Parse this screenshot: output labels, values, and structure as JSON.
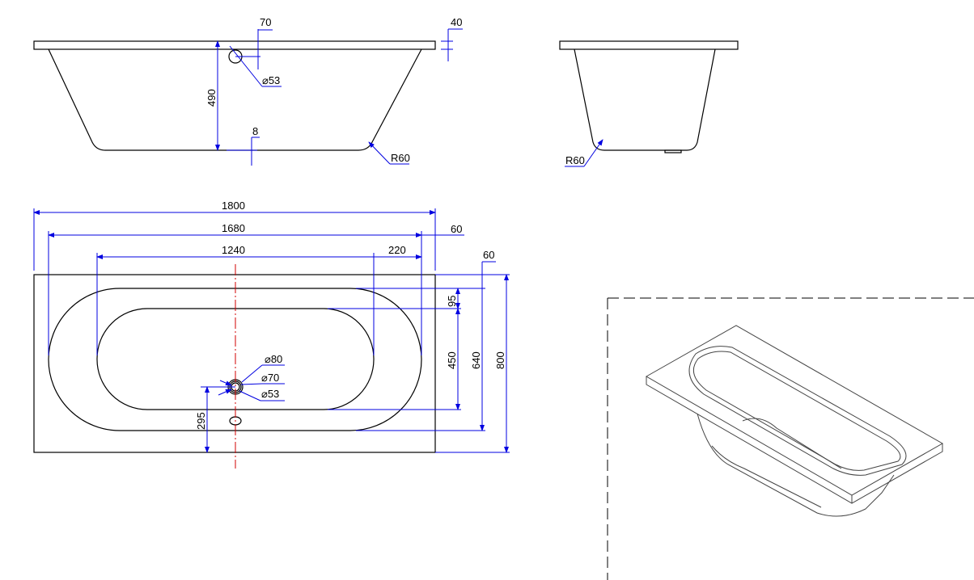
{
  "front_view": {
    "d70": "70",
    "d40": "40",
    "d490": "490",
    "d8": "8",
    "d53": "⌀53",
    "r60": "R60"
  },
  "side_view": {
    "r60": "R60"
  },
  "top_view": {
    "d1800": "1800",
    "d1680": "1680",
    "d1240": "1240",
    "d220": "220",
    "d60a": "60",
    "d60b": "60",
    "d95": "95",
    "d450": "450",
    "d640": "640",
    "d800": "800",
    "d295": "295",
    "d80": "⌀80",
    "d70": "⌀70",
    "d53": "⌀53"
  },
  "colors": {
    "outline": "#000000",
    "dimension": "#0000e0",
    "centerline": "#d00000"
  }
}
